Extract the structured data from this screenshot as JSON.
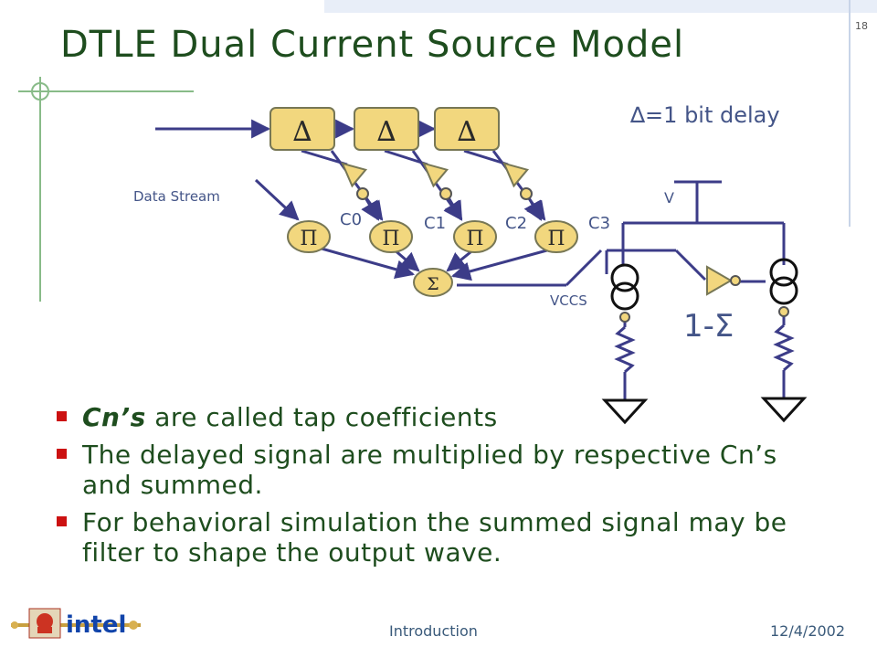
{
  "slide_number": "18",
  "title": "DTLE Dual Current Source Model",
  "delay_note": "∆=1 bit delay",
  "delay_symbol": "∆",
  "multiply_symbol": "Π",
  "sum_symbol": "Σ",
  "labels": {
    "data_stream": "Data Stream",
    "c0": "C0",
    "c1": "C1",
    "c2": "C2",
    "c3": "C3",
    "v": "V",
    "vccs": "VCCS",
    "one_minus_sigma": "1-Σ"
  },
  "bullets": [
    {
      "bold": "Cn’s",
      "text": " are called tap coefficients"
    },
    {
      "bold": "",
      "text": "The delayed signal are multiplied by respective Cn’s and summed."
    },
    {
      "bold": "",
      "text": "For behavioral simulation the summed signal may be filter to shape the output wave."
    }
  ],
  "footer": {
    "center": "Introduction",
    "date": "12/4/2002",
    "logo": "intel"
  },
  "colors": {
    "title": "#1e4d1e",
    "box_fill": "#f2d77e",
    "box_stroke": "#777755",
    "wire": "#3c3c88",
    "label": "#445588",
    "bullet_mark": "#cc1111"
  }
}
